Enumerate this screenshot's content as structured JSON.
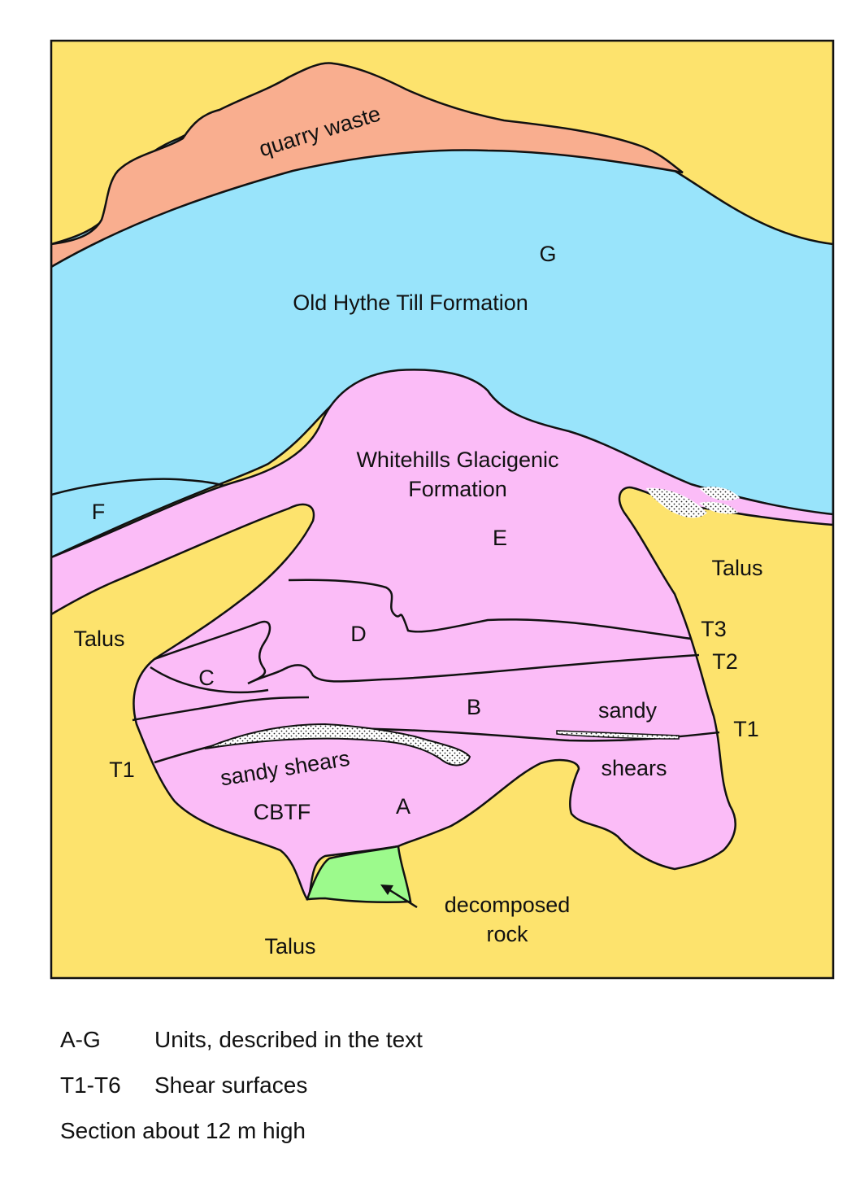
{
  "diagram": {
    "colors": {
      "quarry_waste": "#f9ae8f",
      "till": "#99e4fb",
      "glacigenic": "#fbbcf7",
      "talus": "#fde36d",
      "decomposed_rock": "#9cfa8c",
      "outline": "#111111"
    },
    "labels": {
      "quarry_waste": "quarry waste",
      "G": "G",
      "old_hythe": "Old Hythe Till Formation",
      "whitehills_1": "Whitehills Glacigenic",
      "whitehills_2": "Formation",
      "E": "E",
      "F": "F",
      "talus_left": "Talus",
      "talus_right": "Talus",
      "talus_bottom": "Talus",
      "D": "D",
      "C": "C",
      "B": "B",
      "A": "A",
      "T3": "T3",
      "T2": "T2",
      "T1_right": "T1",
      "T1_left": "T1",
      "sandy": "sandy",
      "shears": "shears",
      "sandy_shears": "sandy shears",
      "CBTF": "CBTF",
      "decomposed_1": "decomposed",
      "decomposed_2": "rock"
    }
  },
  "legend": [
    {
      "code": "A-G",
      "text": "Units, described in the text"
    },
    {
      "code": "T1-T6",
      "text": "Shear surfaces"
    },
    {
      "code": "",
      "text": "Section about 12 m high"
    }
  ]
}
